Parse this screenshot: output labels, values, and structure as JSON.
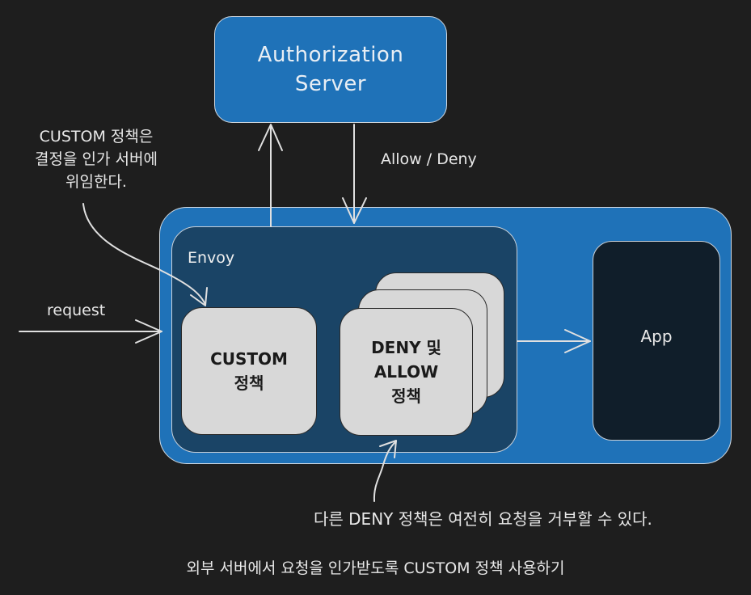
{
  "authorization_server": {
    "label": "Authorization\nServer"
  },
  "allow_deny_label": "Allow / Deny",
  "custom_annotation": "CUSTOM 정책은\n결정을 인가 서버에\n위임한다.",
  "envoy": {
    "label": "Envoy"
  },
  "custom_policy": {
    "label": "CUSTOM\n정책"
  },
  "deny_allow_policy": {
    "label": "DENY 및\nALLOW\n정책"
  },
  "app": {
    "label": "App"
  },
  "request_label": "request",
  "deny_annotation": "다른 DENY 정책은 여전히 요청을 거부할 수 있다.",
  "caption": "외부 서버에서 요청을 인가받도록 CUSTOM 정책 사용하기",
  "colors": {
    "background": "#1e1e1e",
    "blue_box": "#1f72b8",
    "envoy_box": "#1a4466",
    "app_box": "#101e2a",
    "policy_card": "#d8d8d8",
    "line": "#e0e0e0"
  }
}
